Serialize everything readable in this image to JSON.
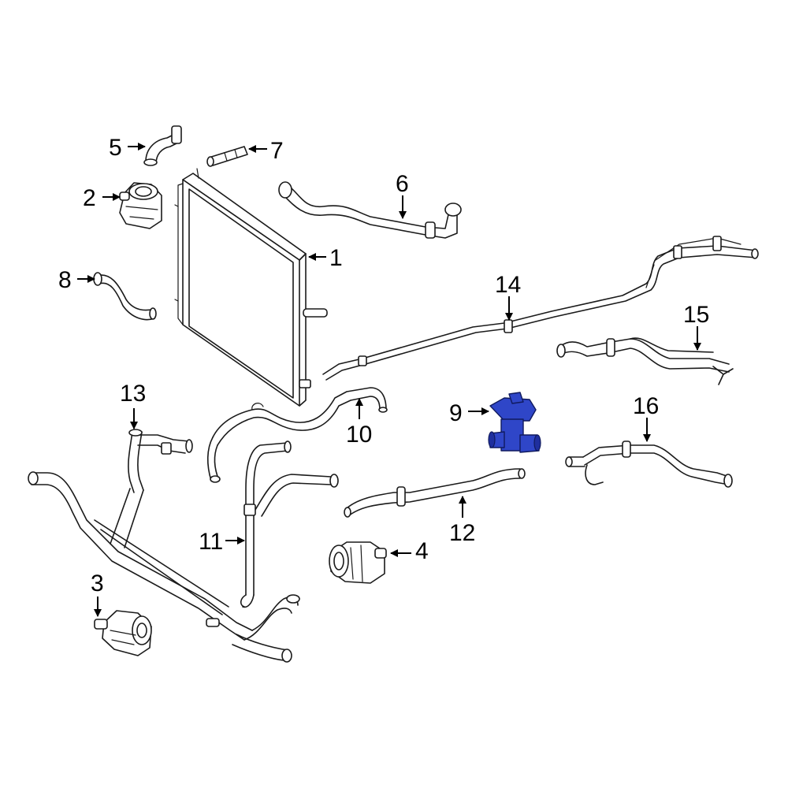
{
  "diagram": {
    "highlight_color": "#2f46c8",
    "line_color": "#1a1a1a",
    "callouts": [
      {
        "id": "1",
        "label": "1",
        "part": "radiator"
      },
      {
        "id": "2",
        "label": "2",
        "part": "auxiliary-water-pump"
      },
      {
        "id": "3",
        "label": "3",
        "part": "water-pump-lower"
      },
      {
        "id": "4",
        "label": "4",
        "part": "water-pump-center"
      },
      {
        "id": "5",
        "label": "5",
        "part": "elbow-hose"
      },
      {
        "id": "6",
        "label": "6",
        "part": "hose-upper"
      },
      {
        "id": "7",
        "label": "7",
        "part": "connector-pipe"
      },
      {
        "id": "8",
        "label": "8",
        "part": "hose-left"
      },
      {
        "id": "9",
        "label": "9",
        "part": "valve-highlighted"
      },
      {
        "id": "10",
        "label": "10",
        "part": "hose-center"
      },
      {
        "id": "11",
        "label": "11",
        "part": "vertical-hose"
      },
      {
        "id": "12",
        "label": "12",
        "part": "pipe-lower"
      },
      {
        "id": "13",
        "label": "13",
        "part": "hose-left-assembly"
      },
      {
        "id": "14",
        "label": "14",
        "part": "long-line"
      },
      {
        "id": "15",
        "label": "15",
        "part": "line-assembly-right"
      },
      {
        "id": "16",
        "label": "16",
        "part": "line-assembly-lower-right"
      }
    ]
  }
}
